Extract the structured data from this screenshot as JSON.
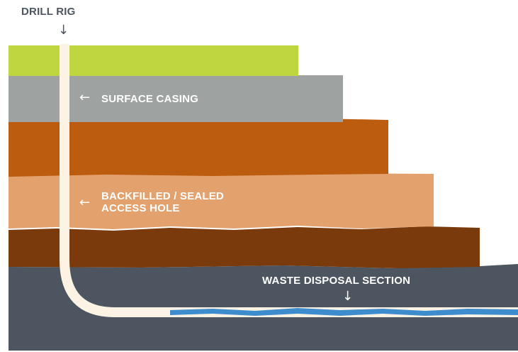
{
  "labels": {
    "drill_rig": "DRILL RIG",
    "surface_casing": "SURFACE CASING",
    "backfilled_line1": "BACKFILLED / SEALED",
    "backfilled_line2": "ACCESS HOLE",
    "waste_disposal": "WASTE DISPOSAL SECTION"
  },
  "icons": {
    "down_arrow": "↓",
    "left_arrow": "←"
  },
  "colors": {
    "surface_green": "#bfd640",
    "casing_gray": "#9ea3a2",
    "rust_orange": "#bc5c0e",
    "tan": "#e3a16d",
    "dark_brown": "#7b3a0c",
    "slate": "#4d5660",
    "borehole": "#fdf3e4",
    "waste": "#3d8cce",
    "label_light": "#ffffff",
    "label_dark": "#4d5660"
  }
}
